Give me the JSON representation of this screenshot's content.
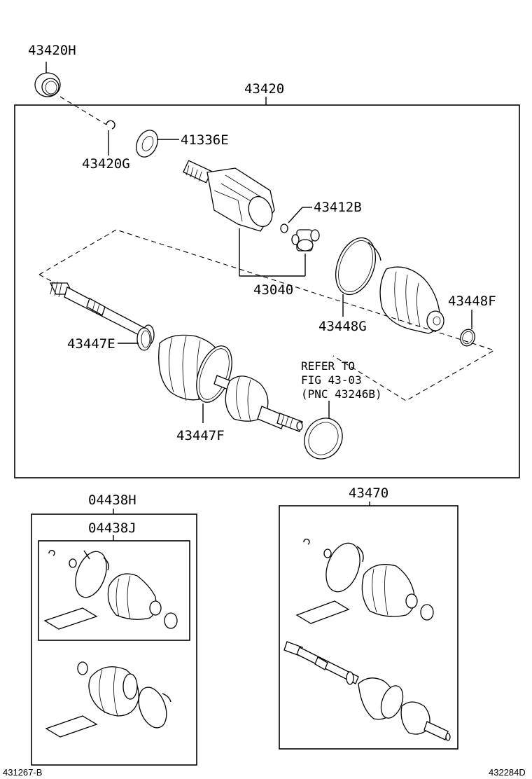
{
  "labels": {
    "p43420H": "43420H",
    "p43420": "43420",
    "p41336E": "41336E",
    "p43420G": "43420G",
    "p43412B": "43412B",
    "p43040": "43040",
    "p43448G": "43448G",
    "p43448F": "43448F",
    "p43447E": "43447E",
    "p43447F": "43447F",
    "p04438H": "04438H",
    "p04438J": "04438J",
    "p43470": "43470"
  },
  "note": {
    "line1": "REFER TO",
    "line2": "FIG 43-03",
    "line3": "(PNC 43246B)"
  },
  "footer": {
    "left": "431267-B",
    "right": "432284D"
  }
}
